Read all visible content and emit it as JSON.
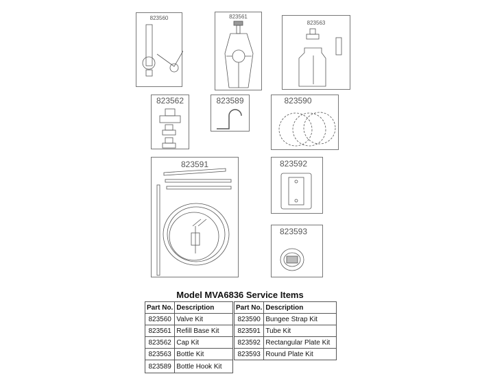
{
  "kits": [
    {
      "part_no": "823560"
    },
    {
      "part_no": "823561"
    },
    {
      "part_no": "823563"
    },
    {
      "part_no": "823562"
    },
    {
      "part_no": "823589"
    },
    {
      "part_no": "823590"
    },
    {
      "part_no": "823591"
    },
    {
      "part_no": "823592"
    },
    {
      "part_no": "823593"
    }
  ],
  "table": {
    "title": "Model MVA6836 Service Items",
    "headers": [
      "Part No.",
      "Description"
    ],
    "left_rows": [
      {
        "part_no": "823560",
        "description": "Valve Kit"
      },
      {
        "part_no": "823561",
        "description": "Refill Base Kit"
      },
      {
        "part_no": "823562",
        "description": "Cap Kit"
      },
      {
        "part_no": "823563",
        "description": "Bottle Kit"
      },
      {
        "part_no": "823589",
        "description": "Bottle Hook Kit"
      }
    ],
    "right_rows": [
      {
        "part_no": "823590",
        "description": "Bungee Strap Kit"
      },
      {
        "part_no": "823591",
        "description": "Tube Kit"
      },
      {
        "part_no": "823592",
        "description": "Rectangular Plate Kit"
      },
      {
        "part_no": "823593",
        "description": "Round Plate Kit"
      }
    ]
  }
}
